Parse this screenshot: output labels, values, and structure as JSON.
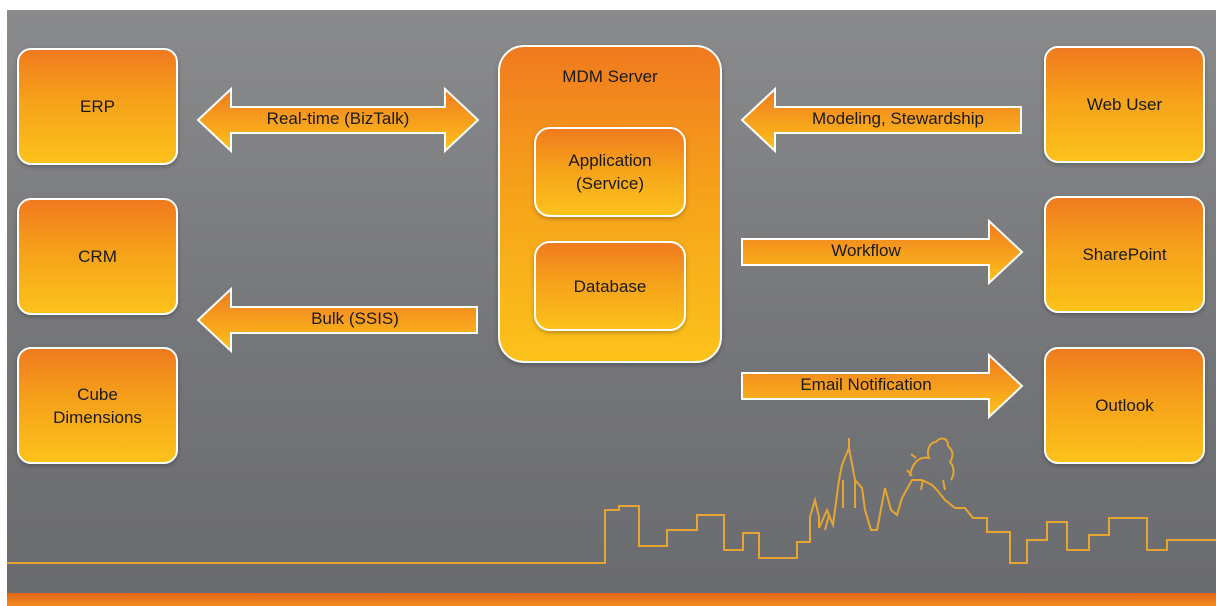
{
  "left_systems": [
    "ERP",
    "CRM",
    "Cube\nDimensions"
  ],
  "right_systems": [
    "Web User",
    "SharePoint",
    "Outlook"
  ],
  "server": {
    "title": "MDM Server",
    "application": "Application\n(Service)",
    "database": "Database"
  },
  "arrows": {
    "realtime": "Real-time (BizTalk)",
    "bulk": "Bulk (SSIS)",
    "modeling": "Modeling, Stewardship",
    "workflow": "Workflow",
    "email": "Email Notification"
  },
  "colors": {
    "box_top": "#f07a1f",
    "box_bottom": "#fcc21b",
    "background": "#77787b",
    "skyline": "#e6a533"
  }
}
